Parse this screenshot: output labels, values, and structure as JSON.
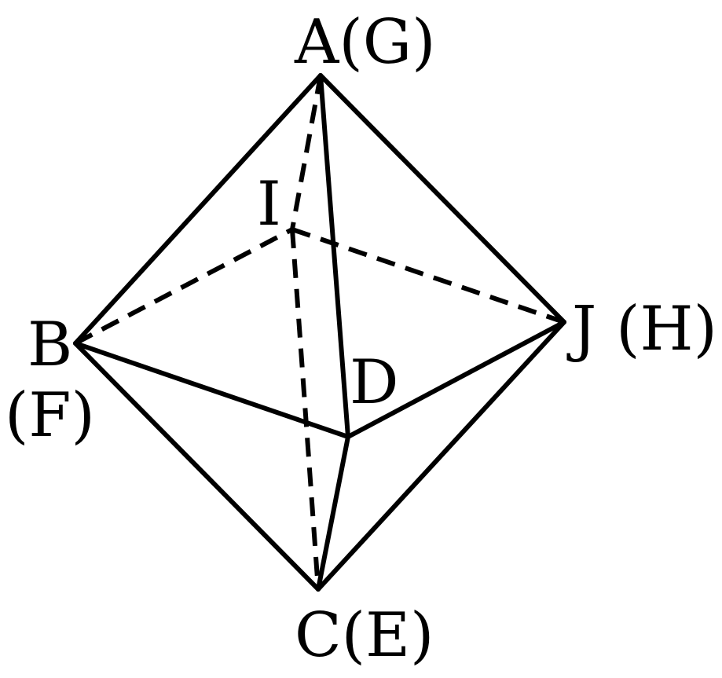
{
  "figure": {
    "stroke_color": "#000000",
    "background": "#ffffff",
    "vertices": {
      "A": {
        "label": "A(G)"
      },
      "I": {
        "label": "I"
      },
      "B": {
        "label": "B",
        "sublabel": "(F)"
      },
      "J": {
        "label": "J (H)"
      },
      "D": {
        "label": "D"
      },
      "C": {
        "label": "C(E)"
      }
    },
    "edges": [
      {
        "from": "A",
        "to": "B",
        "style": "solid"
      },
      {
        "from": "A",
        "to": "J",
        "style": "solid"
      },
      {
        "from": "A",
        "to": "D",
        "style": "solid"
      },
      {
        "from": "B",
        "to": "D",
        "style": "solid"
      },
      {
        "from": "D",
        "to": "J",
        "style": "solid"
      },
      {
        "from": "B",
        "to": "C",
        "style": "solid"
      },
      {
        "from": "C",
        "to": "J",
        "style": "solid"
      },
      {
        "from": "C",
        "to": "D",
        "style": "solid"
      },
      {
        "from": "A",
        "to": "I",
        "style": "dashed"
      },
      {
        "from": "I",
        "to": "C",
        "style": "dashed"
      },
      {
        "from": "B",
        "to": "I",
        "style": "dashed"
      },
      {
        "from": "I",
        "to": "J",
        "style": "dashed"
      }
    ]
  }
}
